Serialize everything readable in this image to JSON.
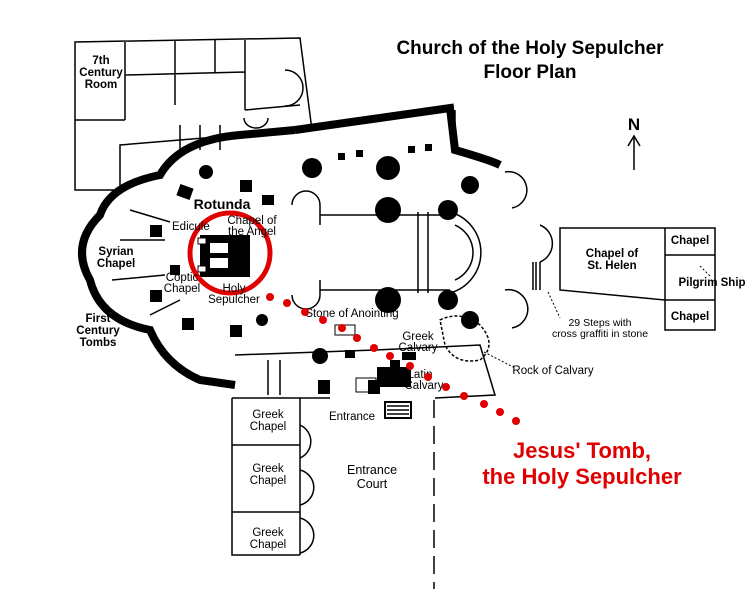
{
  "title": {
    "line1": "Church of the Holy Sepulcher",
    "line2": "Floor Plan"
  },
  "compass": {
    "label": "N",
    "icon": "north-arrow-icon"
  },
  "labels": {
    "century_room_1": "7th",
    "century_room_2": "Century",
    "century_room_3": "Room",
    "rotunda": "Rotunda",
    "edicule": "Edicule",
    "chapel_angel_1": "Chapel of",
    "chapel_angel_2": "the Angel",
    "syrian_1": "Syrian",
    "syrian_2": "Chapel",
    "coptic_1": "Coptic",
    "coptic_2": "Chapel",
    "holy_sep_1": "Holy",
    "holy_sep_2": "Sepulcher",
    "first_century_1": "First",
    "first_century_2": "Century",
    "first_century_3": "Tombs",
    "stone_anointing": "Stone of Anointing",
    "greek_calvary_1": "Greek",
    "greek_calvary_2": "Calvary",
    "latin_calvary_1": "Latin",
    "latin_calvary_2": "Calvary",
    "rock_calvary": "Rock of Calvary",
    "steps_1": "29 Steps with",
    "steps_2": "cross graffiti in stone",
    "chapel_st_helen_1": "Chapel of",
    "chapel_st_helen_2": "St. Helen",
    "chapel_a": "Chapel",
    "chapel_b": "Chapel",
    "pilgrim_ship": "Pilgrim Ship",
    "entrance": "Entrance",
    "entrance_court_1": "Entrance",
    "entrance_court_2": "Court",
    "greek_chapel_a1": "Greek",
    "greek_chapel_a2": "Chapel",
    "greek_chapel_b1": "Greek",
    "greek_chapel_b2": "Chapel",
    "greek_chapel_c1": "Greek",
    "greek_chapel_c2": "Chapel"
  },
  "callout": {
    "line1": "Jesus' Tomb,",
    "line2": "the Holy Sepulcher",
    "color": "#e00000"
  },
  "colors": {
    "walls": "#000000",
    "highlight": "#e00000",
    "background": "#ffffff"
  }
}
